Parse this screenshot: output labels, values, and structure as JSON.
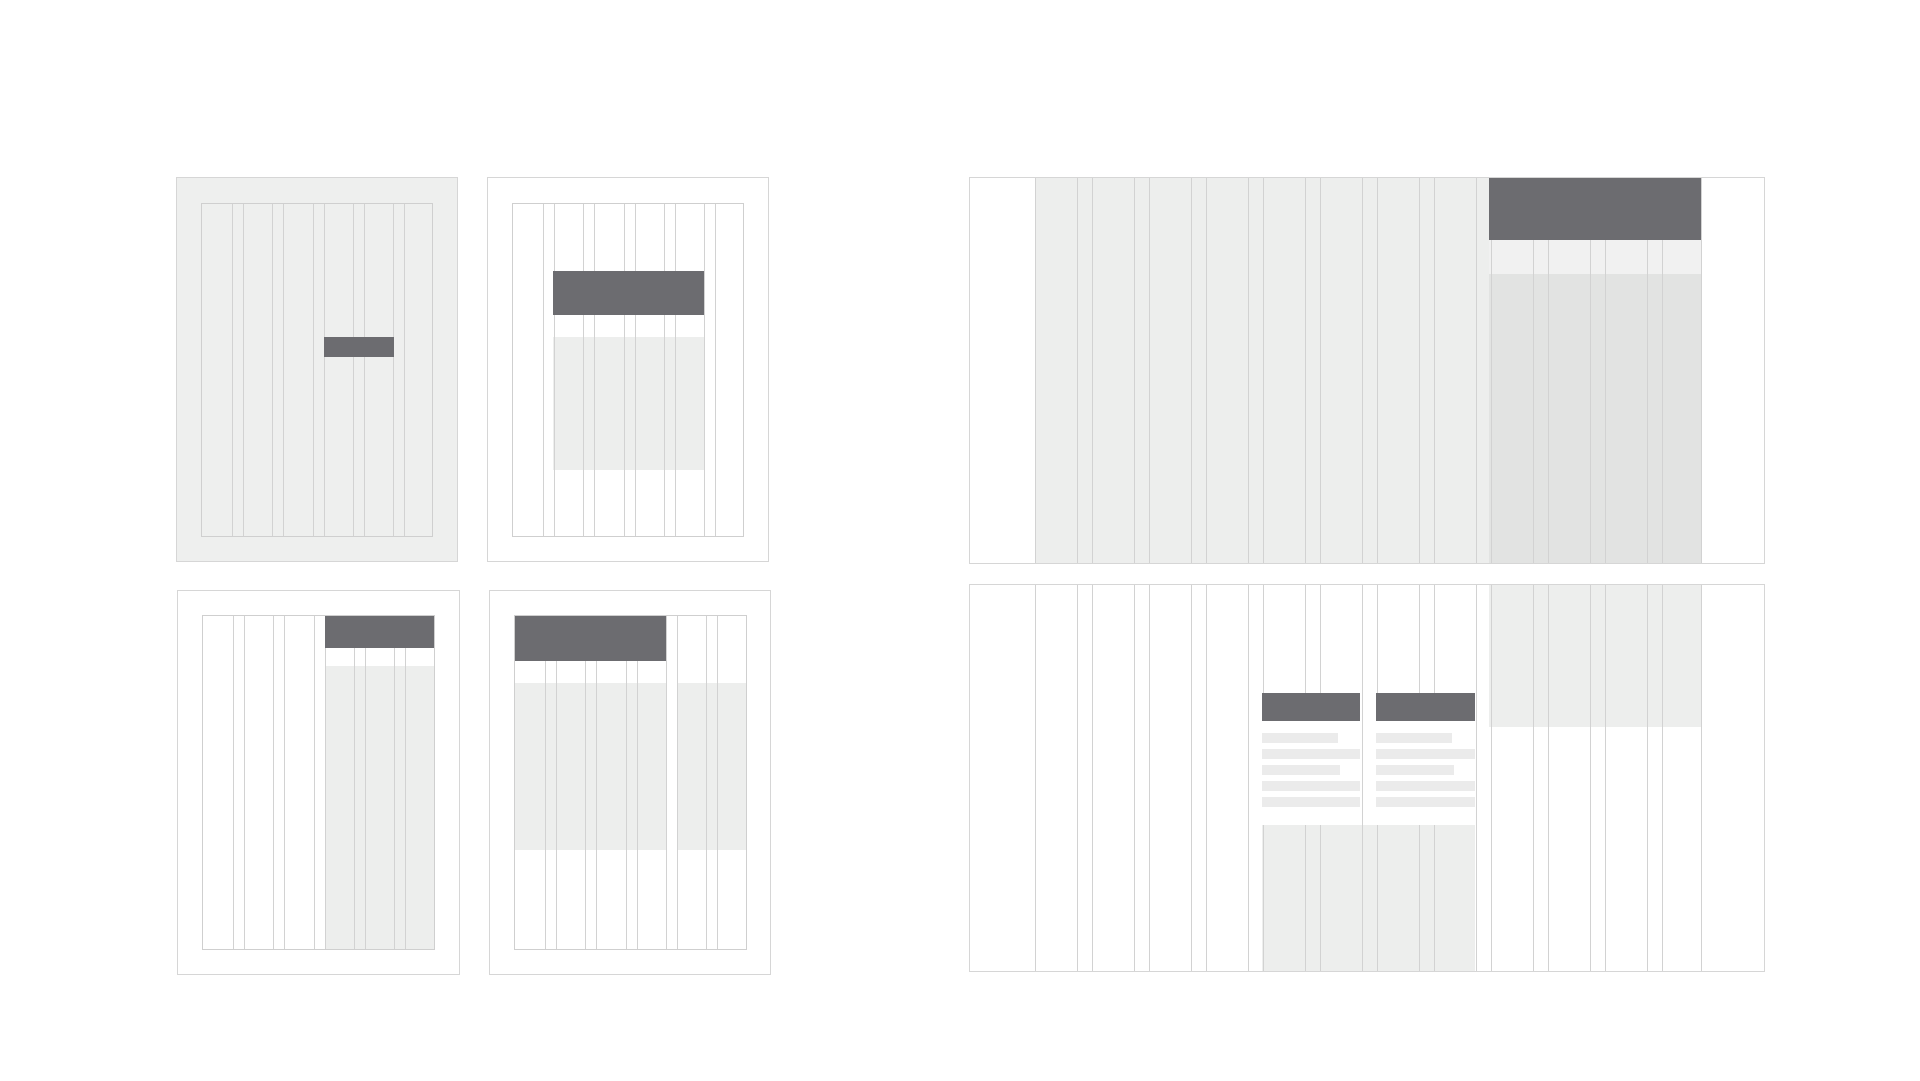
{
  "colors": {
    "background": "#ffffff",
    "frame_border": "#d6d6d6",
    "grid_line": "#d2d2d2",
    "header_block": "#6c6c70",
    "content_fill": "#edeeed",
    "selected_fill": "#e2e3e2"
  },
  "layouts": [
    {
      "id": "phone-1",
      "kind": "portrait-grid",
      "columns": 6,
      "gutters": true
    },
    {
      "id": "phone-2",
      "kind": "portrait-grid",
      "columns": 6,
      "gutters": true
    },
    {
      "id": "phone-3",
      "kind": "portrait-grid",
      "columns": 6,
      "gutters": true
    },
    {
      "id": "phone-4",
      "kind": "portrait-grid",
      "columns": 6,
      "gutters": true
    },
    {
      "id": "desktop-1",
      "kind": "landscape-grid",
      "columns": 12,
      "gutters": true
    },
    {
      "id": "desktop-2",
      "kind": "landscape-grid",
      "columns": 12,
      "gutters": true
    }
  ]
}
